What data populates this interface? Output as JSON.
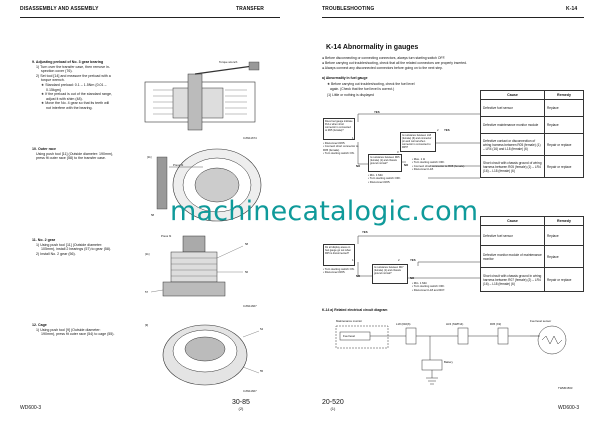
{
  "left": {
    "header_left": "DISASSEMBLY AND ASSEMBLY",
    "header_right": "TRANSFER",
    "s9": {
      "title": "9. Adjusting preload of No. 3 gear bearing",
      "l1": "1) Turn over the transfer case, then remove in-",
      "l1b": "spection cover (76).",
      "l2": "2) Set tool [14] and measure the preload with a",
      "l2b": "torque wrench.",
      "l3": "★ Standard preload: 0.1 – 1.5Nm {0.01 –",
      "l3b": "0.15kgm}",
      "l4": "★ If the preload is out of the standard range,",
      "l4b": "adjust it with shim (48).",
      "l5": "★ Move the No. 4 gear so that its teeth will",
      "l5b": "not interfere with the bearing.",
      "fig_label": "Torque wrench",
      "fig_code": "CJW11674"
    },
    "s10": {
      "title": "10. Outer race",
      "l1": "Using push tool [11] (Outside diameter: 190mm),",
      "l2": "press fit outer race (58) to the transfer case.",
      "fig_label": "Press fit",
      "fig_tag1": "[11]",
      "fig_tag2": "58"
    },
    "s11": {
      "title": "11. No. 2 gear",
      "l1": "1) Using push tool [11] (Outside diameter:",
      "l1b": "105mm), install 2 bearings (57) to gear (58).",
      "l2": "2) Install No. 2 gear (56).",
      "fig_label": "Press fit",
      "fig_tags": [
        "[11]",
        "58",
        "56",
        "57"
      ],
      "fig_code": "CJW11667"
    },
    "s12": {
      "title": "12. Cage",
      "l1": "1) Using push tool [9] (Outside diameter:",
      "l1b": "190mm), press fit outer race (54) to cage (55).",
      "fig_tags": [
        "[9]",
        "54",
        "55"
      ],
      "fig_code": "CJW11667"
    },
    "footer_model": "WD600-3",
    "footer_page": "30-85",
    "footer_sub": "(2)"
  },
  "right": {
    "header_left": "TROUBLESHOOTING",
    "header_right": "K-14",
    "title": "K-14  Abnormality in gauges",
    "bullets": [
      "● Before disconnecting or connecting connectors, always turn starting switch OFF.",
      "● Before carrying out troubleshooting, check that all the related connectors are properly inserted.",
      "● Always connect any disconnected connectors before going on to the next step."
    ],
    "sub_a": "a)  Abnormality in fuel gauge",
    "sub_a_note1": "★ Before carrying out troubleshooting, check the fuel level",
    "sub_a_note2": "again. (Check that the fuel level is correct.)",
    "sub_a_case": "(1) Little or nothing is displayed",
    "table_head": [
      "Cause",
      "Remedy"
    ],
    "table_a": [
      [
        "Defective fuel sensor",
        "Replace"
      ],
      [
        "Defective maintenance monitor module",
        "Replace"
      ],
      [
        "Defective contact or disconnection of wiring harness between R05 (female) (1) – LR4 (16) and L18 (female) (6)",
        "Repair or replace"
      ],
      [
        "Short circuit with chassis ground of wiring harness between R05 (female) (1) – LR4 (16) – L18 (female) (6)",
        "Repair or replace"
      ]
    ],
    "fc_a": {
      "q1": "Does fuel gauge indicate FULL when short connector is connected to R05 (female)?",
      "n1": "• Disconnect R05.",
      "n1b": "• Connect short connector to R05 (female).",
      "n1c": "• Turn starting switch ON.",
      "q2": "Is resistance between L18 (female) (6) and connector pin and normal when connector is connected to R05?",
      "q3": "Is resistance between R05 (female) (1) and chassis ground normal?",
      "n3": "• Min. 1 MΩ",
      "n3b": "• Turn starting switch OFF.",
      "n3c": "• Disconnect R05.",
      "n2": "• Max. 1 Ω",
      "n2b": "• Turn starting switch OFF.",
      "n2c": "• Connect short connector to R05 (female).",
      "n2d": "• Disconnect L18.",
      "yes": "YES",
      "no": "NO",
      "s1": "1",
      "s2": "2",
      "s3": "3"
    },
    "table_b": [
      [
        "Defective fuel sensor",
        "Replace"
      ],
      [
        "Defective monitor module of maintenance monitor",
        "Replace"
      ],
      [
        "Short circuit with chassis ground in wiring harness between R07 (female) (2) – LR4 (16) – L18 (female) (6)",
        "Repair or replace"
      ]
    ],
    "fc_b": {
      "q1": "Do all display areas on fuel gauge go out when R05 is disconnected?",
      "n1": "• Turn starting switch ON.",
      "n1b": "• Disconnect R05.",
      "q2": "Is resistance between R07 (female) (1) and chassis ground normal?",
      "n2": "• Min. 1 MΩ",
      "n2b": "• Turn starting switch OFF.",
      "n2c": "• Disconnect L18 and R07.",
      "yes": "YES",
      "no": "NO",
      "s1": "1",
      "s2": "2"
    },
    "diagram_title": "K-14 a)  Related electrical circuit diagram",
    "diagram": {
      "maint": "Maintenance monitor",
      "fuel_level": "Fuel level",
      "l18": "L18 (040(6)",
      "lr4": "LR4 (SWP14)",
      "r05": "R05 (X2)",
      "sensor": "Fuel level sensor",
      "battery": "Battery",
      "code": "TWM01563"
    },
    "footer_page": "20-520",
    "footer_sub": "(1)",
    "footer_model": "WD600-3"
  },
  "watermark": "machinecatalogic.com"
}
